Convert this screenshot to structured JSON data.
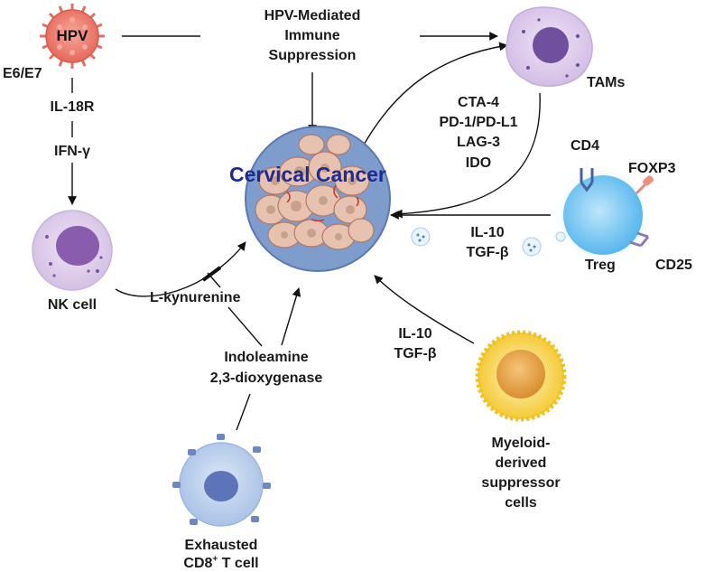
{
  "center": {
    "title": "Cervical Cancer"
  },
  "hpv": {
    "badge": "HPV",
    "oncoproteins": "E6/E7",
    "receptor": "IL-18R",
    "cytokine": "IFN-γ"
  },
  "top": {
    "line1": "HPV-Mediated",
    "line2": "Immune",
    "line3": "Suppression"
  },
  "tams": {
    "label": "TAMs",
    "checkpoints": [
      "CTA-4",
      "PD-1/PD-L1",
      "LAG-3",
      "IDO"
    ]
  },
  "treg": {
    "label": "Treg",
    "markers": {
      "cd4": "CD4",
      "foxp3": "FOXP3",
      "cd25": "CD25"
    },
    "cytokines": [
      "IL-10",
      "TGF-β"
    ]
  },
  "nk": {
    "label": "NK cell",
    "inhibitor": "L-kynurenine"
  },
  "ido": {
    "line1": "Indoleamine",
    "line2": "2,3-dioxygenase"
  },
  "cd8": {
    "line1": "Exhausted",
    "line2_prefix": "CD8",
    "line2_sup": "+",
    "line2_suffix": " T cell"
  },
  "mdsc": {
    "cytokines": [
      "IL-10",
      "TGF-β"
    ],
    "label_lines": [
      "Myeloid-",
      "derived",
      "suppressor",
      "cells"
    ]
  },
  "colors": {
    "tumor_bg": "#7e9ccc",
    "tumor_cell": "#e8c2b0",
    "title": "#1d2b8f",
    "virus": "#e9776b",
    "tam": "#d9c6e8",
    "treg": "#7cc7f2",
    "mdsc": "#f4cf3a",
    "cd8": "#b8cdea",
    "nk": "#dccbe6"
  }
}
